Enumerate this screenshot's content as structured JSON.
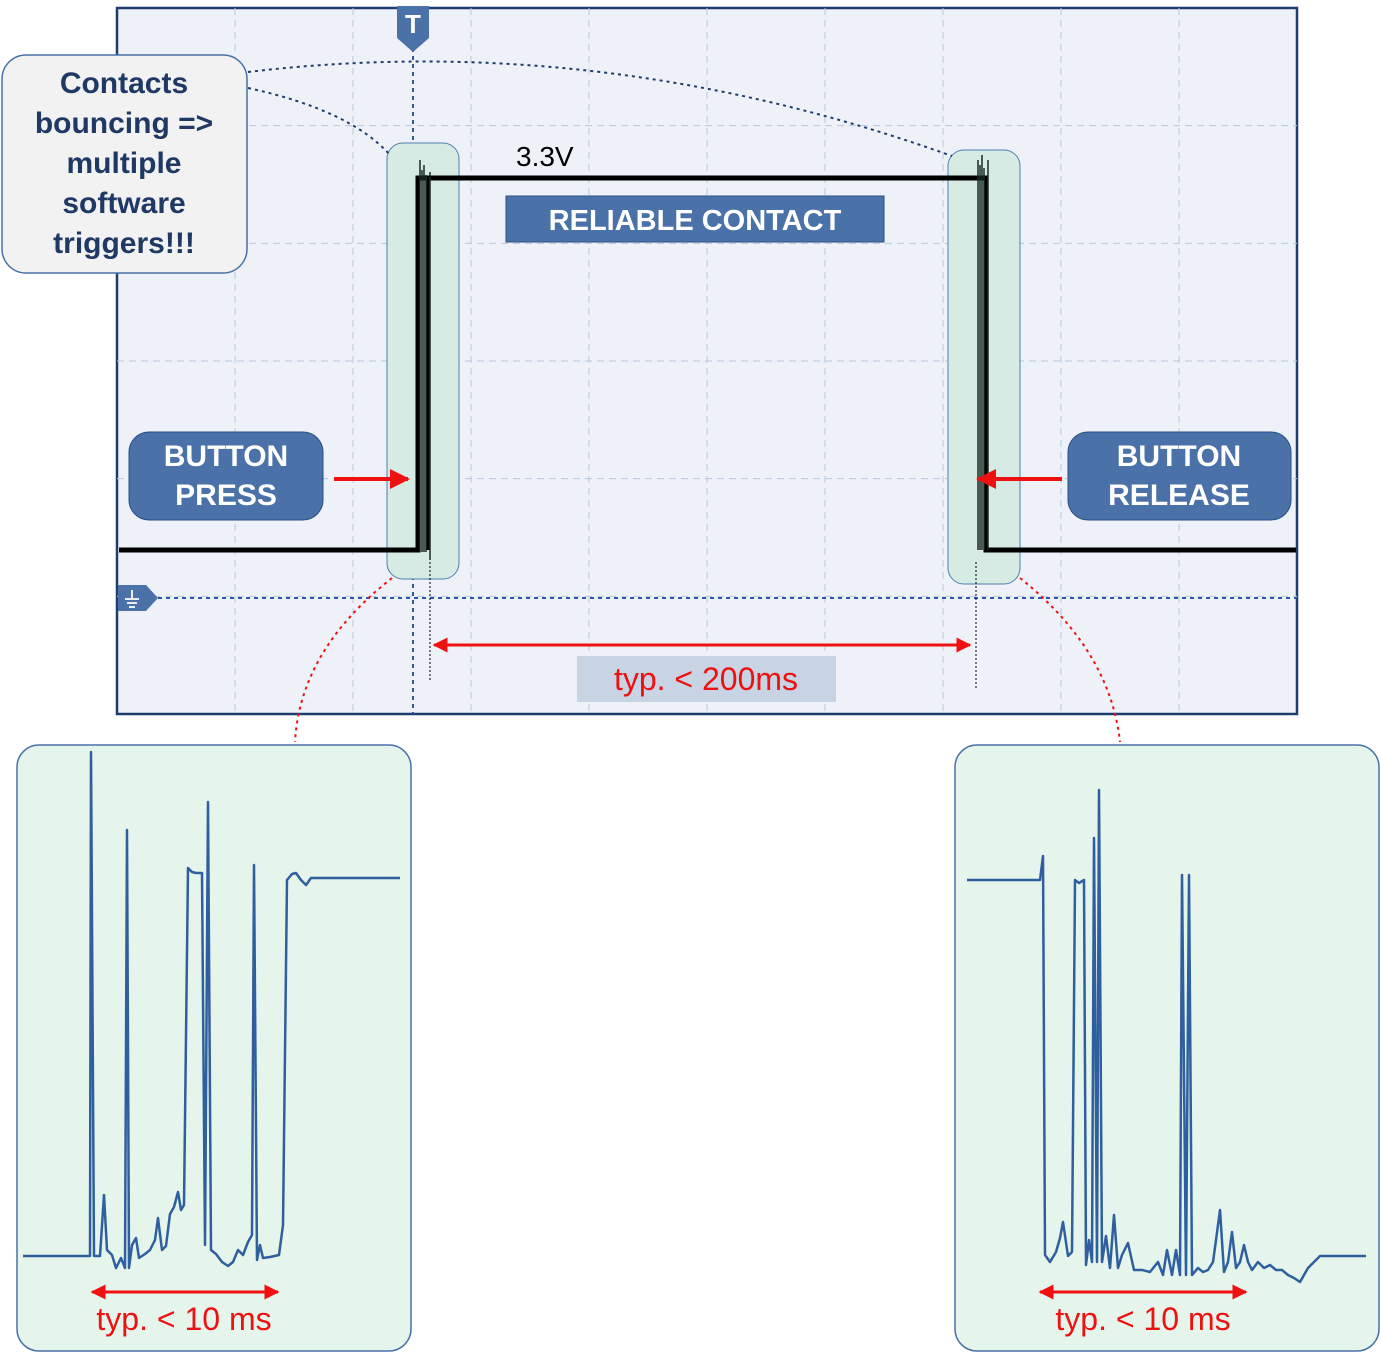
{
  "scope": {
    "trigger_marker": "T",
    "voltage_label": "3.3V",
    "reliable_label": "RELIABLE CONTACT",
    "duration_label": "typ. < 200ms"
  },
  "callout": {
    "lines": [
      "Contacts",
      "bouncing =>",
      "multiple",
      "software",
      "triggers!!!"
    ]
  },
  "press": {
    "lines": [
      "BUTTON",
      "PRESS"
    ]
  },
  "release": {
    "lines": [
      "BUTTON",
      "RELEASE"
    ]
  },
  "zoom_press": {
    "label": "typ. < 10 ms"
  },
  "zoom_release": {
    "label": "typ. < 10 ms"
  },
  "colors": {
    "scope_bg": "#eef1f7",
    "grid": "#b7c6df",
    "label_box": "#4a71a8",
    "highlight": "#d6ebe3",
    "zoom_bg": "#e5f5ec",
    "zoom_trace": "#2f5f9e",
    "arrow_red": "#ee1111"
  },
  "icons": [
    "trigger-marker-icon",
    "ground-marker-icon"
  ]
}
